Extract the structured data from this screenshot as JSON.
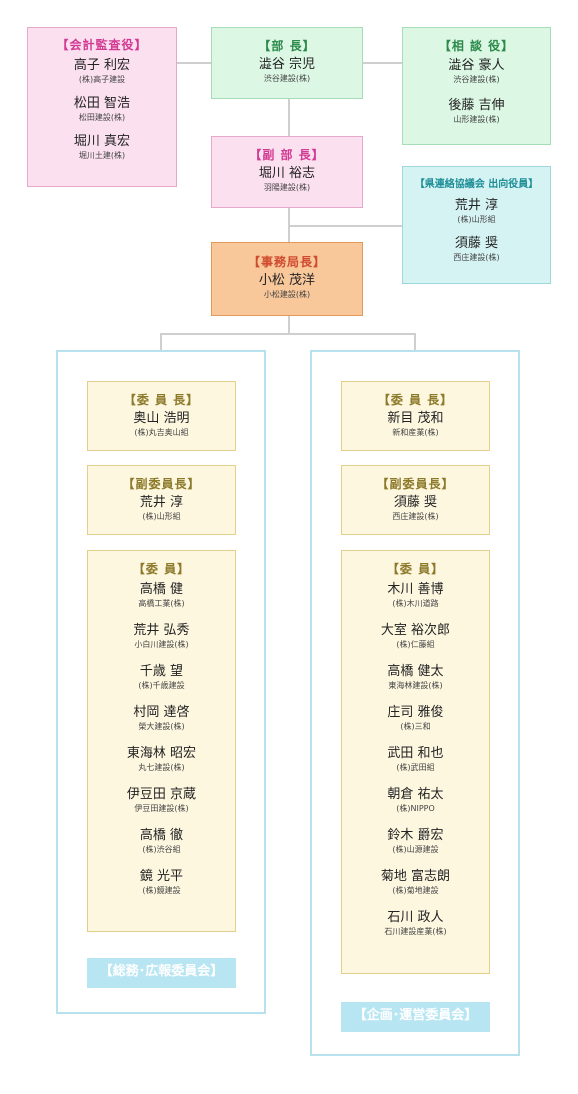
{
  "auditors": {
    "title": "【会計監査役】",
    "members": [
      {
        "name": "高子 利宏",
        "company": "(株)高子建設"
      },
      {
        "name": "松田 智浩",
        "company": "松田建設(株)"
      },
      {
        "name": "堀川 真宏",
        "company": "堀川土建(株)"
      }
    ]
  },
  "director": {
    "title": "【部 長】",
    "name": "澁谷 宗児",
    "company": "渋谷建設(株)"
  },
  "advisors": {
    "title": "【相 談 役】",
    "members": [
      {
        "name": "澁谷 豪人",
        "company": "渋谷建設(株)"
      },
      {
        "name": "後藤 吉伸",
        "company": "山形建設(株)"
      }
    ]
  },
  "vice_director": {
    "title": "【副 部 長】",
    "name": "堀川 裕志",
    "company": "羽陽建設(株)"
  },
  "prefecture_liaison": {
    "title": "【県連絡協議会 出向役員】",
    "members": [
      {
        "name": "荒井 淳",
        "company": "(株)山形組"
      },
      {
        "name": "須藤 奨",
        "company": "西庄建設(株)"
      }
    ]
  },
  "secretary_general": {
    "title": "【事務局長】",
    "name": "小松 茂洋",
    "company": "小松建設(株)"
  },
  "committee_left": {
    "label": "【総務･広報委員会】",
    "chair": {
      "title": "【委 員 長】",
      "name": "奥山 浩明",
      "company": "(株)丸吉奥山組"
    },
    "vice_chair": {
      "title": "【副委員長】",
      "name": "荒井 淳",
      "company": "(株)山形組"
    },
    "members_title": "【委 員】",
    "members": [
      {
        "name": "高橋 健",
        "company": "高橋工業(株)"
      },
      {
        "name": "荒井 弘秀",
        "company": "小白川建設(株)"
      },
      {
        "name": "千歳 望",
        "company": "(株)千歳建設"
      },
      {
        "name": "村岡 達啓",
        "company": "榮大建設(株)"
      },
      {
        "name": "東海林 昭宏",
        "company": "丸七建設(株)"
      },
      {
        "name": "伊豆田 京蔵",
        "company": "伊豆田建設(株)"
      },
      {
        "name": "高橋 徹",
        "company": "(株)渋谷組"
      },
      {
        "name": "鏡 光平",
        "company": "(株)鏡建設"
      }
    ]
  },
  "committee_right": {
    "label": "【企画･運営委員会】",
    "chair": {
      "title": "【委 員 長】",
      "name": "新目 茂和",
      "company": "新和産業(株)"
    },
    "vice_chair": {
      "title": "【副委員長】",
      "name": "須藤 奨",
      "company": "西庄建設(株)"
    },
    "members_title": "【委 員】",
    "members": [
      {
        "name": "木川 善博",
        "company": "(株)木川道路"
      },
      {
        "name": "大室 裕次郎",
        "company": "(株)仁藤組"
      },
      {
        "name": "高橋 健太",
        "company": "東海林建設(株)"
      },
      {
        "name": "庄司 雅俊",
        "company": "(株)三和"
      },
      {
        "name": "武田 和也",
        "company": "(株)武田組"
      },
      {
        "name": "朝倉 祐太",
        "company": "(株)NIPPO"
      },
      {
        "name": "鈴木 爵宏",
        "company": "(株)山源建設"
      },
      {
        "name": "菊地 富志朗",
        "company": "(株)菊地建設"
      },
      {
        "name": "石川 政人",
        "company": "石川建設産業(株)"
      }
    ]
  }
}
